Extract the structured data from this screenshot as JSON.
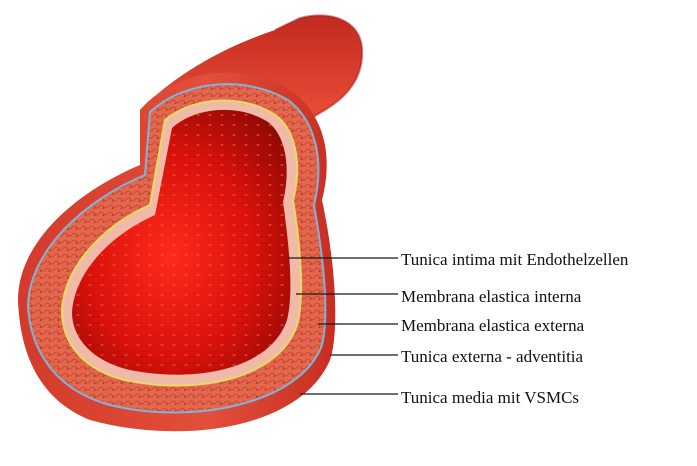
{
  "labels": [
    "Tunica intima mit Endothelzellen",
    "Membrana elastica interna",
    "Membrana elastica externa",
    "Tunica externa - adventitia",
    "Tunica media mit VSMCs"
  ],
  "colors": {
    "outer_wall": "#d63b2c",
    "outer_wall_dark": "#a8201a",
    "media": "#e0644a",
    "intima_cut": "#f0b9a8",
    "lumen": "#e0140e",
    "lumen_dark": "#8f0a07",
    "elastica_interna": "#e8d86a",
    "elastica_externa": "#7fb4d8",
    "leader_line": "#1a1a1a"
  }
}
